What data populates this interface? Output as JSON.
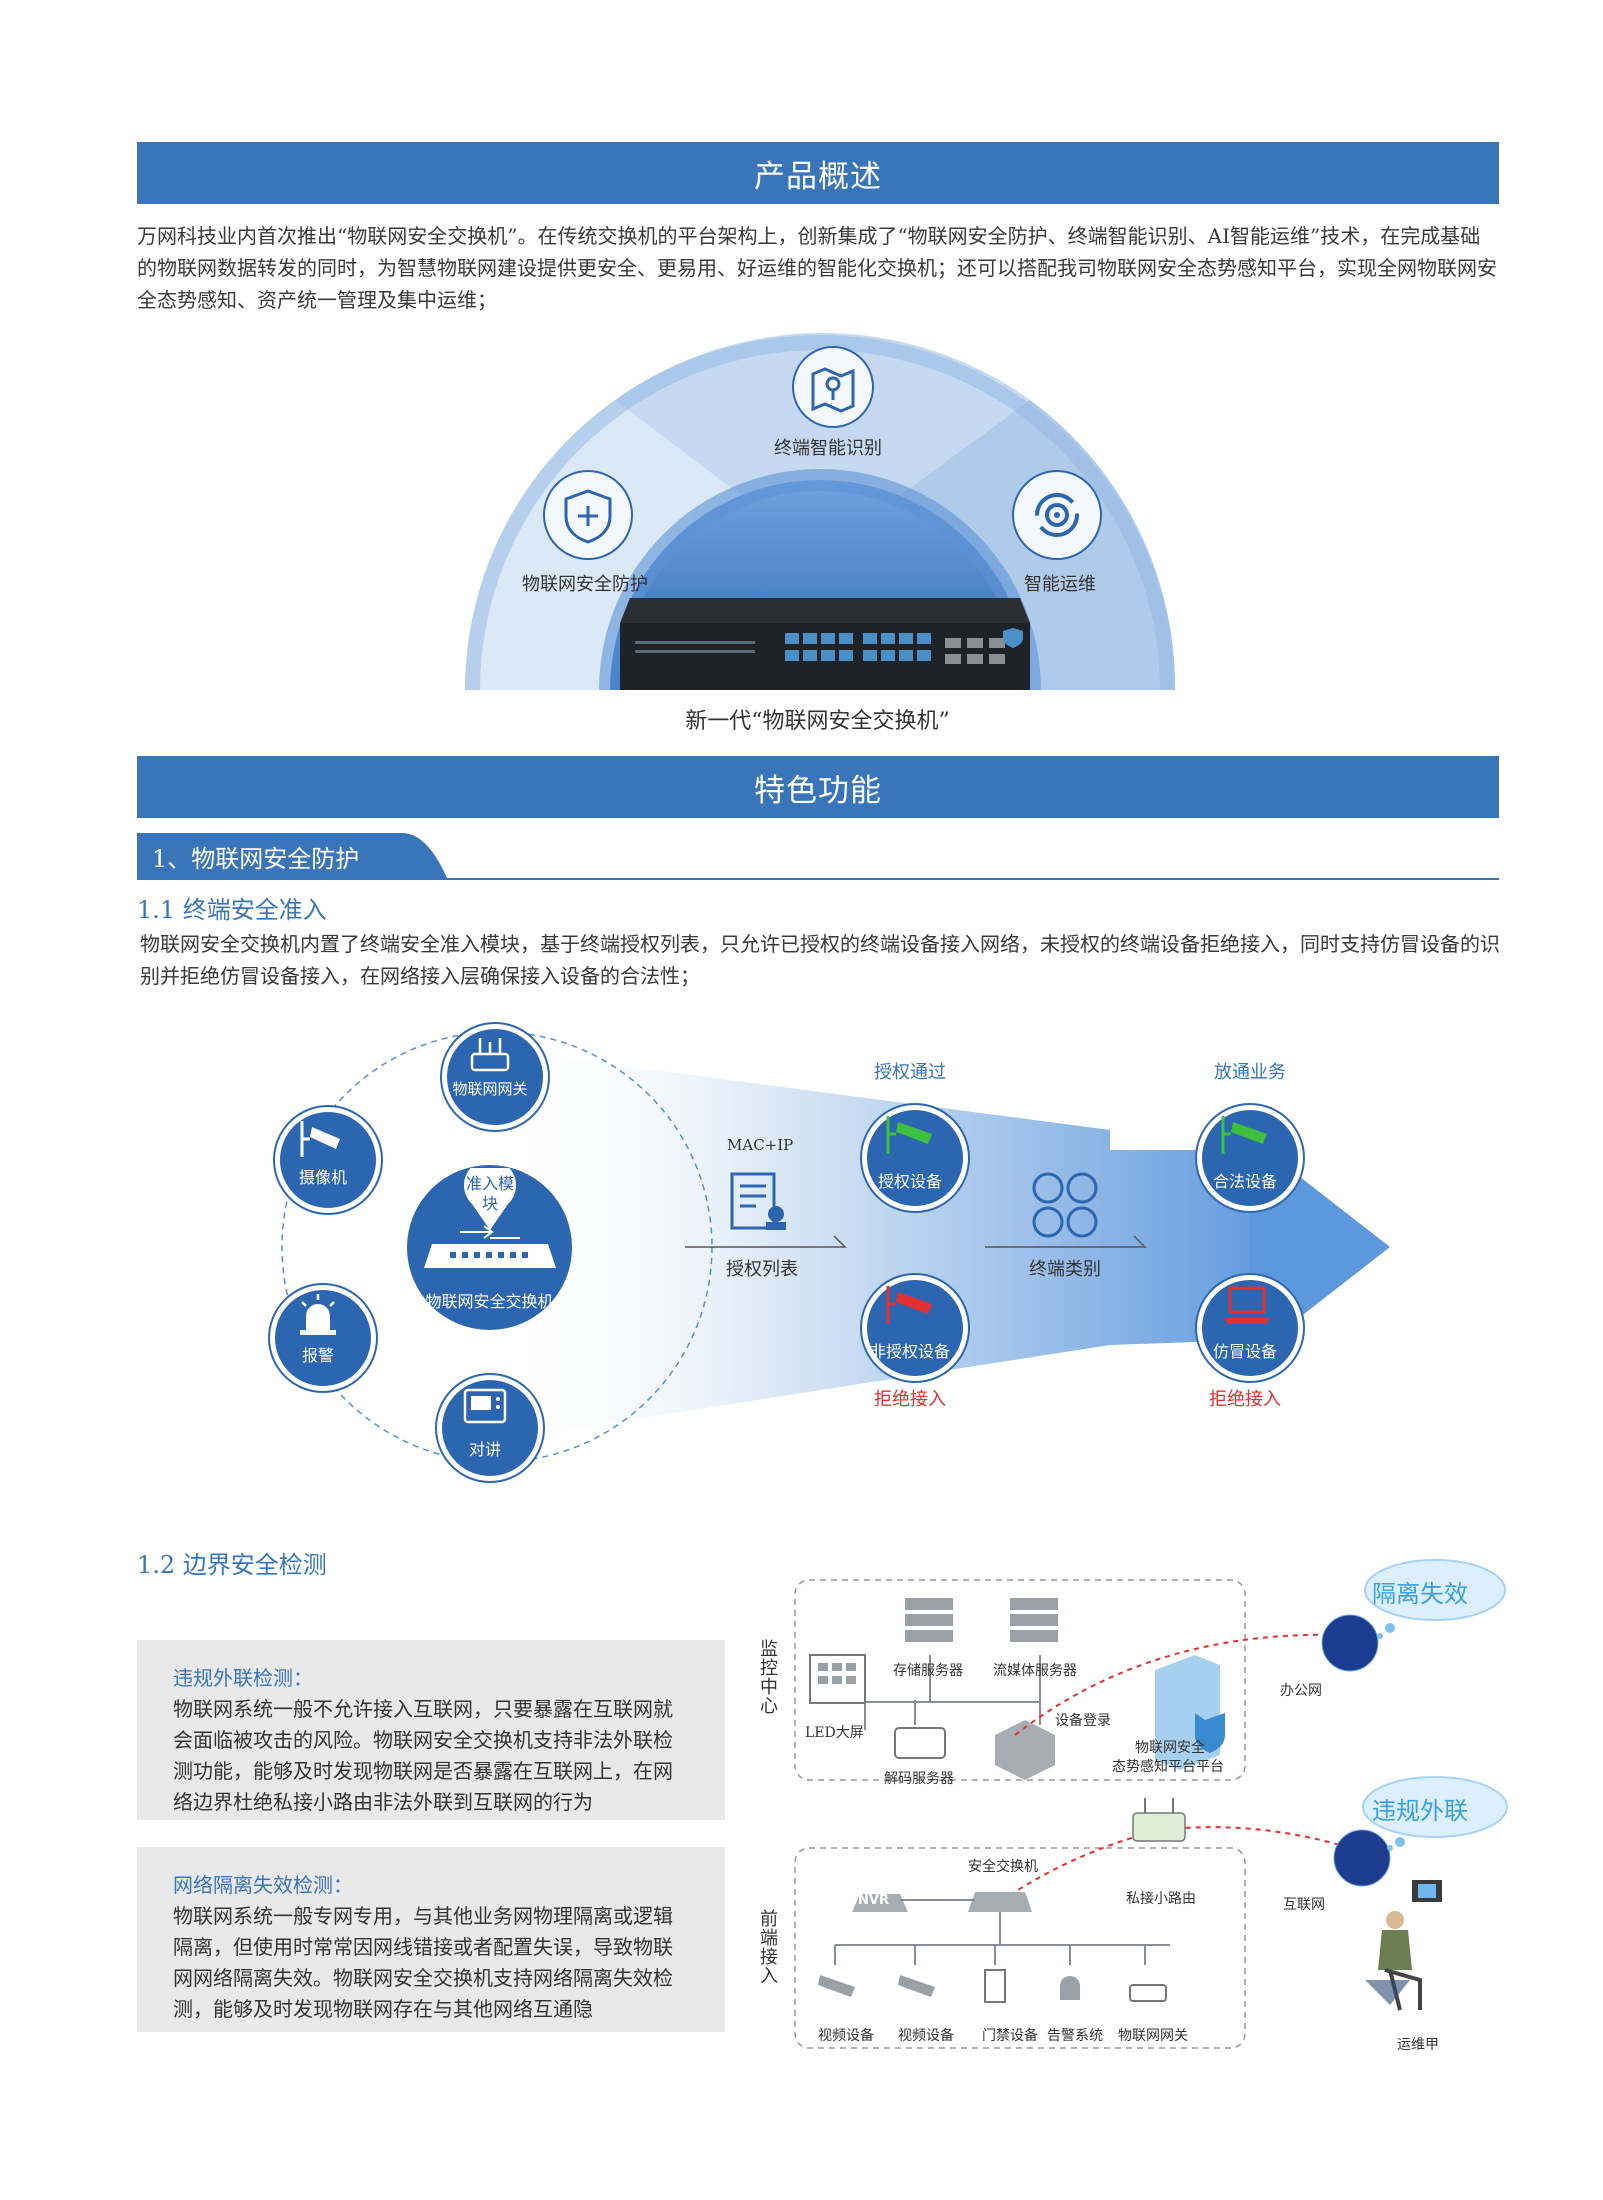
{
  "overview": {
    "title": "产品概述",
    "paragraph": "万网科技业内首次推出“物联网安全交换机”。在传统交换机的平台架构上，创新集成了“物联网安全防护、终端智能识别、AI智能运维”技术，在完成基础的物联网数据转发的同时，为智慧物联网建设提供更安全、更易用、好运维的智能化交换机；还可以搭配我司物联网安全态势感知平台，实现全网物联网安全态势感知、资产统一管理及集中运维；",
    "segments": [
      "物联网安全防护",
      "终端智能识别",
      "智能运维"
    ],
    "caption": "新一代“物联网安全交换机”"
  },
  "features": {
    "title": "特色功能",
    "section1_tab": "1、物联网安全防护",
    "sub11": {
      "title": "1.1 终端安全准入",
      "paragraph": "物联网安全交换机内置了终端安全准入模块，基于终端授权列表，只允许已授权的终端设备接入网络，未授权的终端设备拒绝接入，同时支持仿冒设备的识别并拒绝仿冒设备接入，在网络接入层确保接入设备的合法性；"
    },
    "access_diagram": {
      "center_label": "物联网安全交换机",
      "center_badge": "准入模块",
      "satellites": [
        "物联网网关",
        "摄像机",
        "报警",
        "对讲"
      ],
      "auth_header": "授权通过",
      "pass_header": "放通业务",
      "mac_ip": "MAC+IP",
      "auth_list": "授权列表",
      "terminal_type": "终端类别",
      "authorized": "授权设备",
      "unauthorized": "非授权设备",
      "legal": "合法设备",
      "spoofed": "仿冒设备",
      "reject": "拒绝接入"
    },
    "sub12": {
      "title": "1.2 边界安全检测",
      "box1_title": "违规外联检测：",
      "box1_body": "物联网系统一般不允许接入互联网，只要暴露在互联网就会面临被攻击的风险。物联网安全交换机支持非法外联检测功能，能够及时发现物联网是否暴露在互联网上，在网络边界杜绝私接小路由非法外联到互联网的行为",
      "box2_title": "网络隔离失效检测：",
      "box2_body": "物联网系统一般专网专用，与其他业务网物理隔离或逻辑隔离，但使用时常常因网线错接或者配置失误，导致物联网网络隔离失效。物联网安全交换机支持网络隔离失效检测，能够及时发现物联网存在与其他网络互通隐"
    },
    "topology": {
      "monitor_center": "监控中心",
      "front_access": "前端接入",
      "storage": "存储服务器",
      "streaming": "流媒体服务器",
      "led": "LED大屏",
      "decoder": "解码服务器",
      "login": "设备登录",
      "platform1": "物联网安全",
      "platform2": "态势感知平台平台",
      "office_net": "办公网",
      "internet": "互联网",
      "isolation_fail": "隔离失效",
      "illegal_outreach": "违规外联",
      "sec_switch": "安全交换机",
      "router": "私接小路由",
      "nvr": "NVR",
      "video1": "视频设备",
      "video2": "视频设备",
      "door": "门禁设备",
      "alarm": "告警系统",
      "gateway": "物联网网关",
      "operator": "运维甲"
    }
  }
}
